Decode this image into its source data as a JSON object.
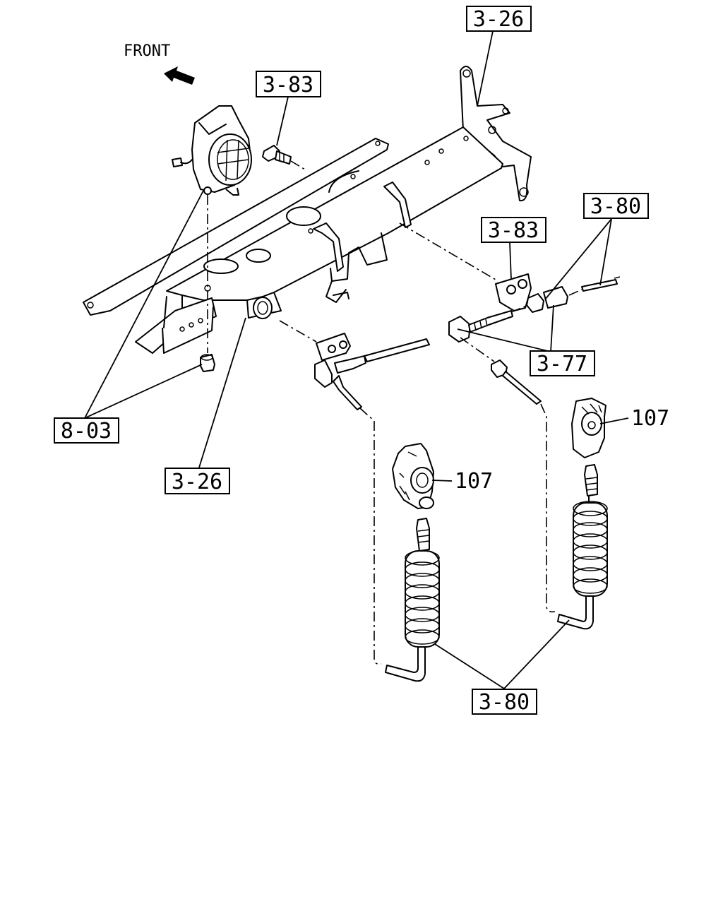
{
  "direction": {
    "text": "FRONT",
    "arrow_icon": "front-arrow-icon"
  },
  "callouts": {
    "bracket_top": "3-26",
    "bolt_top": "3-83",
    "bracket_right": "3-83",
    "hose_parts_right": "3-80",
    "fittings": "3-77",
    "lamp_parts": "8-03",
    "bracket_left": "3-26",
    "coupler_right": "107",
    "coupler_left": "107",
    "coiled_hoses": "3-80"
  }
}
